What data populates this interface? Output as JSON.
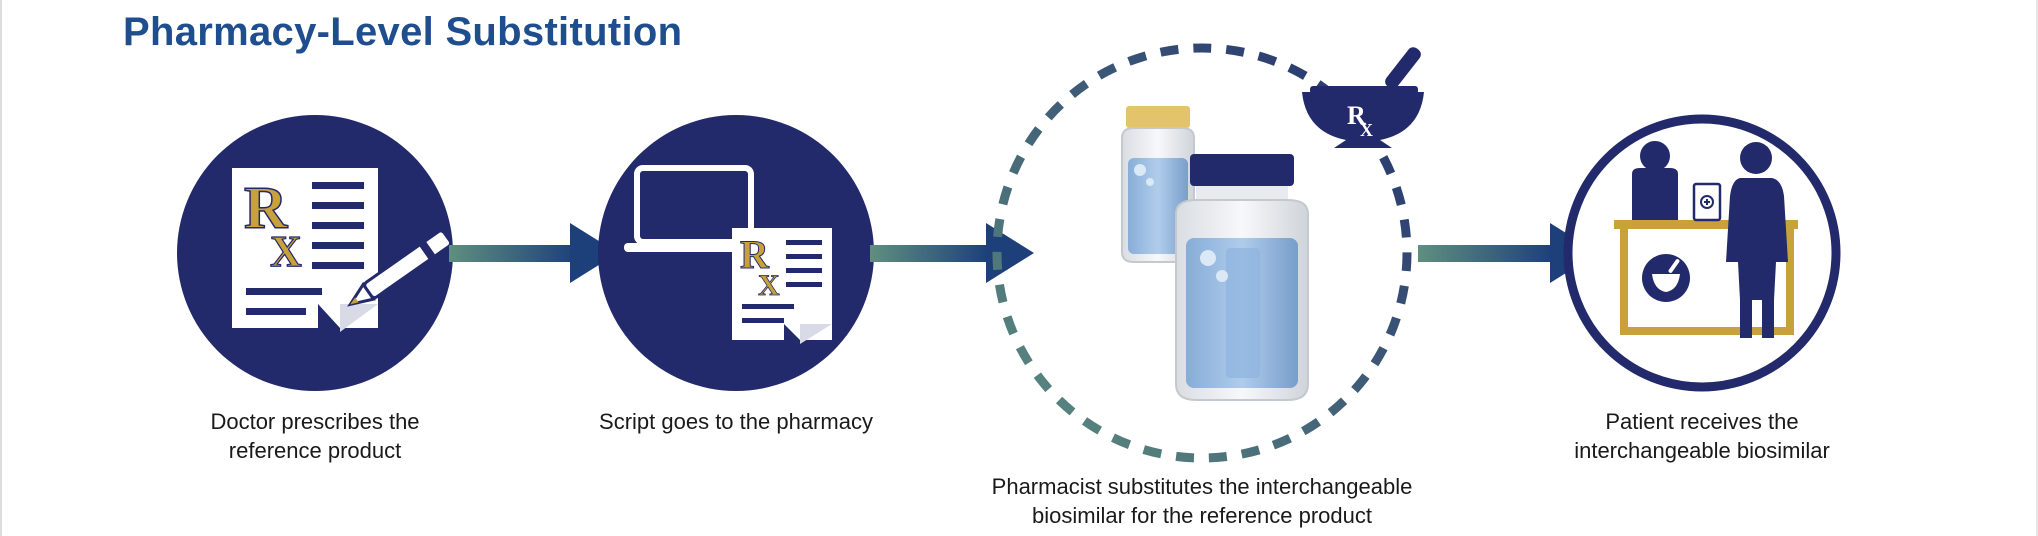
{
  "title": "Pharmacy-Level Substitution",
  "steps": [
    {
      "caption_line1": "Doctor prescribes the",
      "caption_line2": "reference product"
    },
    {
      "caption_line1": "Script goes to the pharmacy",
      "caption_line2": ""
    },
    {
      "caption_line1": "Pharmacist substitutes the interchangeable",
      "caption_line2": "biosimilar for the reference product"
    },
    {
      "caption_line1": "Patient receives the",
      "caption_line2": "interchangeable biosimilar"
    }
  ],
  "icons": {
    "step1": "prescription-pad-icon",
    "step2": "laptop-script-icon",
    "step3": "medicine-bottles-icon",
    "step4": "pharmacy-counter-icon"
  },
  "rx_symbol": "R",
  "rx_sub": "X",
  "colors": {
    "navy": "#232a6b",
    "title_blue": "#1f4e8f",
    "gold": "#c9a13b",
    "teal": "#5f8f80",
    "arrow_dark": "#1d3f7a"
  }
}
